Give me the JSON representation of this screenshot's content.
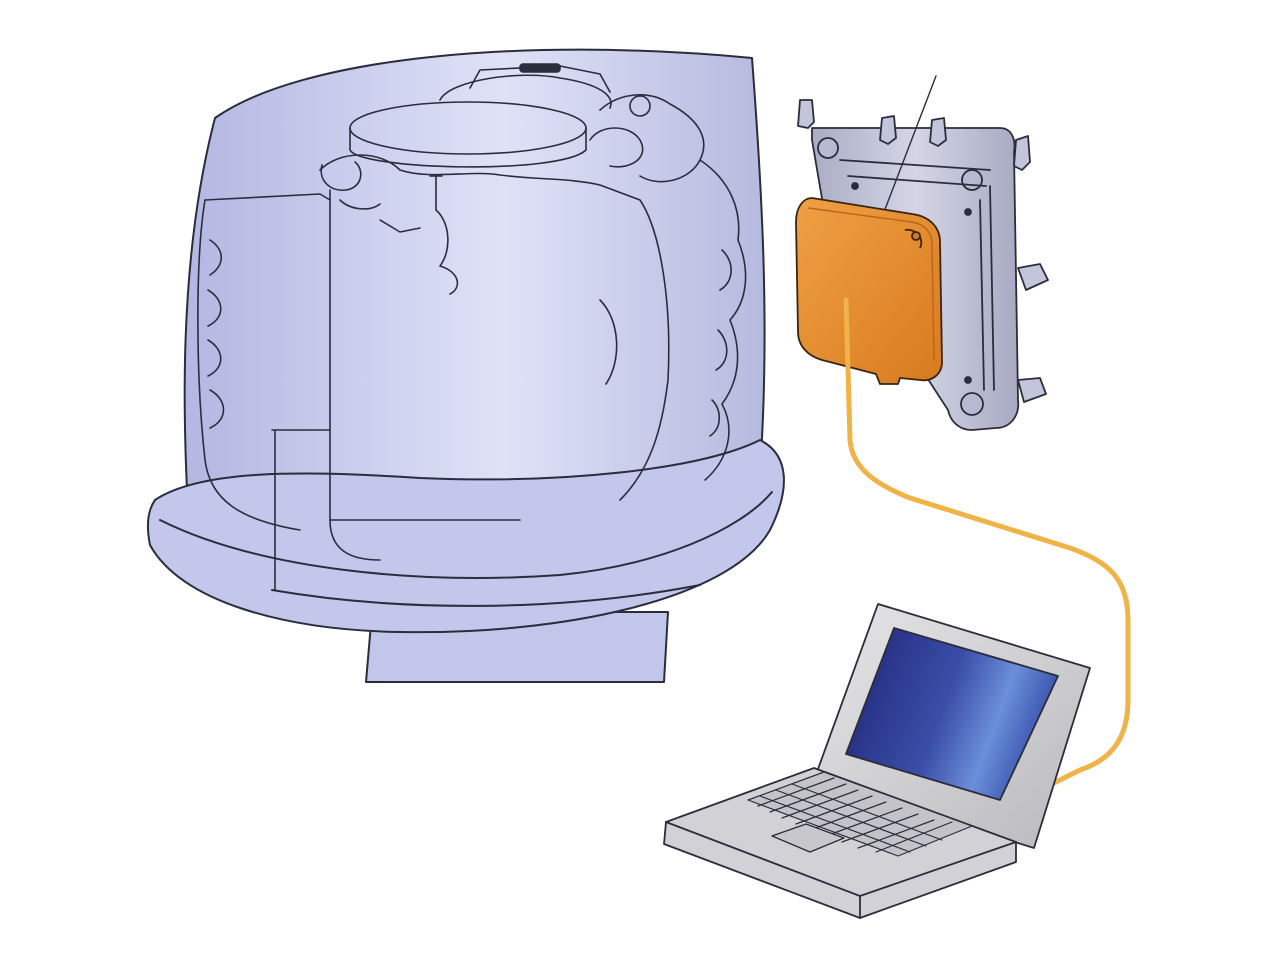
{
  "diagram": {
    "components": [
      {
        "id": "outboard-engine",
        "icon": "outboard-engine-cowling-icon"
      },
      {
        "id": "ecu-bracket",
        "icon": "ecu-mounting-bracket-icon"
      },
      {
        "id": "ecu-module",
        "icon": "ecu-module-icon"
      },
      {
        "id": "diagnostic-cable",
        "icon": "cable-icon"
      },
      {
        "id": "laptop",
        "icon": "laptop-icon"
      }
    ],
    "colors": {
      "cowling_fill": "#c9cdee",
      "cowling_highlight": "#e4e7f8",
      "outline": "#2b2d3c",
      "ecu_orange": "#e38a2a",
      "ecu_orange_dark": "#b9651a",
      "bracket_fill": "#c3c6db",
      "cable": "#f0b347",
      "laptop_body": "#d8d8da",
      "screen_dark": "#2a2f8a",
      "screen_light": "#5b7fd0"
    }
  }
}
